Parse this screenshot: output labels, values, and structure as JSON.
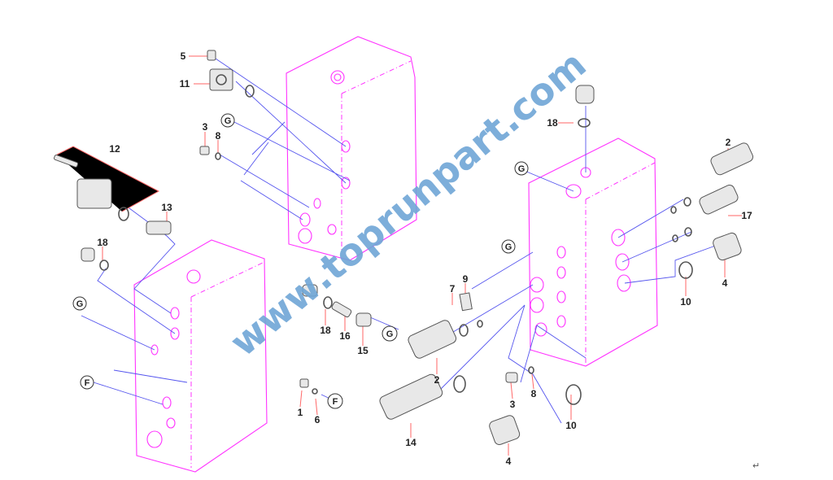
{
  "diagram": {
    "labels": [
      "5",
      "11",
      "3",
      "8",
      "G",
      "12",
      "13",
      "18",
      "G",
      "F",
      "18",
      "16",
      "15",
      "G",
      "1",
      "6",
      "F",
      "7",
      "9",
      "G",
      "2",
      "3",
      "8",
      "14",
      "10",
      "4",
      "18",
      "G",
      "2",
      "17",
      "4",
      "10"
    ],
    "watermark": "www.toprunpart.com",
    "return_mark": "↵",
    "colors": {
      "housing": "#ff33ff",
      "flow_lines": "#5555ee",
      "leaders": "#ff6666",
      "watermark": "#6fa6d6"
    }
  }
}
